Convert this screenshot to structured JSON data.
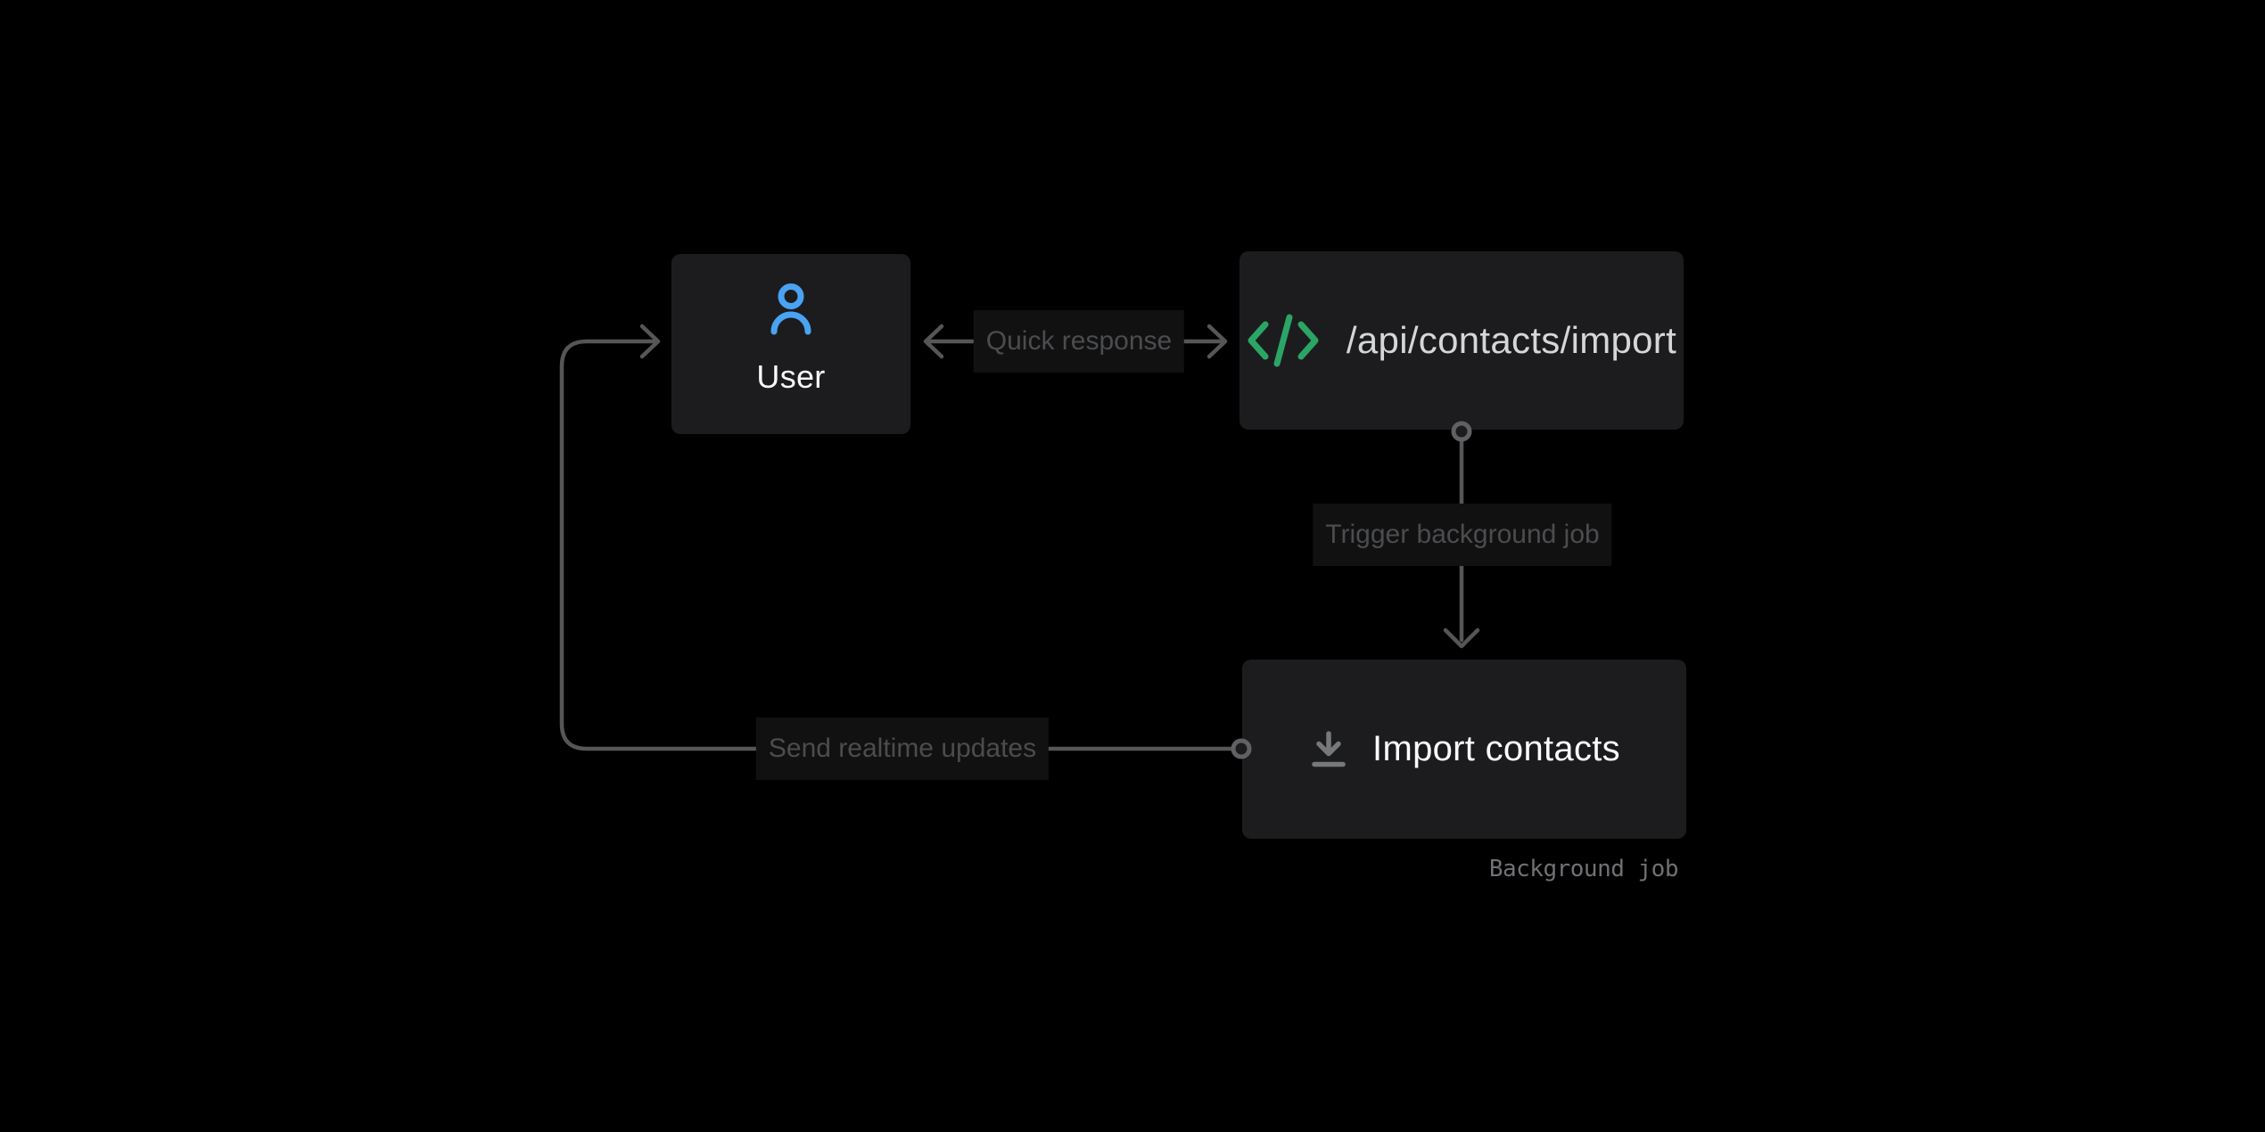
{
  "diagram": {
    "nodes": {
      "user": {
        "label": "User",
        "icon": "user-icon"
      },
      "api_endpoint": {
        "label": "/api/contacts/import",
        "icon": "code-icon"
      },
      "import_contacts": {
        "label": "Import contacts",
        "icon": "download-icon",
        "annotation": "Background job"
      }
    },
    "edges": {
      "quick_response": {
        "label": "Quick response",
        "from": "api_endpoint",
        "to": "user",
        "style": "double-headed-arrow"
      },
      "trigger_background_job": {
        "label": "Trigger background job",
        "from": "api_endpoint",
        "to": "import_contacts",
        "style": "arrow-down"
      },
      "send_realtime_updates": {
        "label": "Send realtime updates",
        "from": "import_contacts",
        "to": "user",
        "style": "elbow-arrow"
      }
    },
    "colors": {
      "canvas_bg": "#000000",
      "card_bg": "#1c1c1e",
      "edge_label_bg": "#111112",
      "edge_label_text": "#4b4c4e",
      "wire": "#565658",
      "port_ring": "#616163",
      "user_icon": "#4aa3f2",
      "code_icon": "#2aa565",
      "download_icon": "#77787a",
      "api_text": "#d5d6d8",
      "node_text": "#f7f8f9",
      "annotation_text": "#707174"
    }
  }
}
